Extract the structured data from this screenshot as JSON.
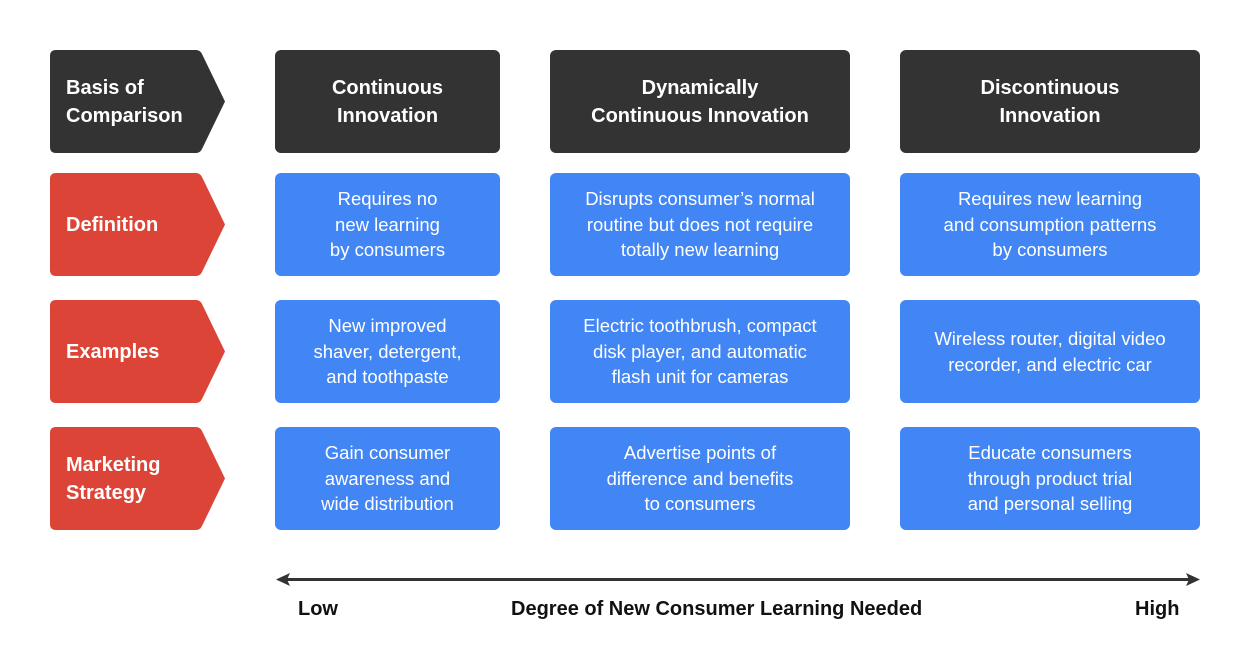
{
  "colors": {
    "header_bg": "#333333",
    "row_label_bg": "#DB4437",
    "cell_bg": "#4285F4",
    "axis": "#333333"
  },
  "header": {
    "row_label": "Basis of\nComparison",
    "columns": [
      "Continuous\nInnovation",
      "Dynamically\nContinuous Innovation",
      "Discontinuous\nInnovation"
    ]
  },
  "rows": [
    {
      "label": "Definition",
      "cells": [
        "Requires no\nnew learning\nby consumers",
        "Disrupts consumer’s normal\nroutine but does not require\ntotally new learning",
        "Requires new learning\nand consumption patterns\nby consumers"
      ]
    },
    {
      "label": "Examples",
      "cells": [
        "New improved\nshaver, detergent,\nand toothpaste",
        "Electric toothbrush, compact\ndisk player, and automatic\nflash unit for cameras",
        "Wireless router, digital video\nrecorder, and electric car"
      ]
    },
    {
      "label": "Marketing\nStrategy",
      "cells": [
        "Gain consumer\nawareness and\nwide distribution",
        "Advertise points of\ndifference and benefits\nto consumers",
        "Educate consumers\nthrough product trial\nand personal selling"
      ]
    }
  ],
  "axis": {
    "low_label": "Low",
    "title": "Degree of New Consumer Learning Needed",
    "high_label": "High"
  }
}
